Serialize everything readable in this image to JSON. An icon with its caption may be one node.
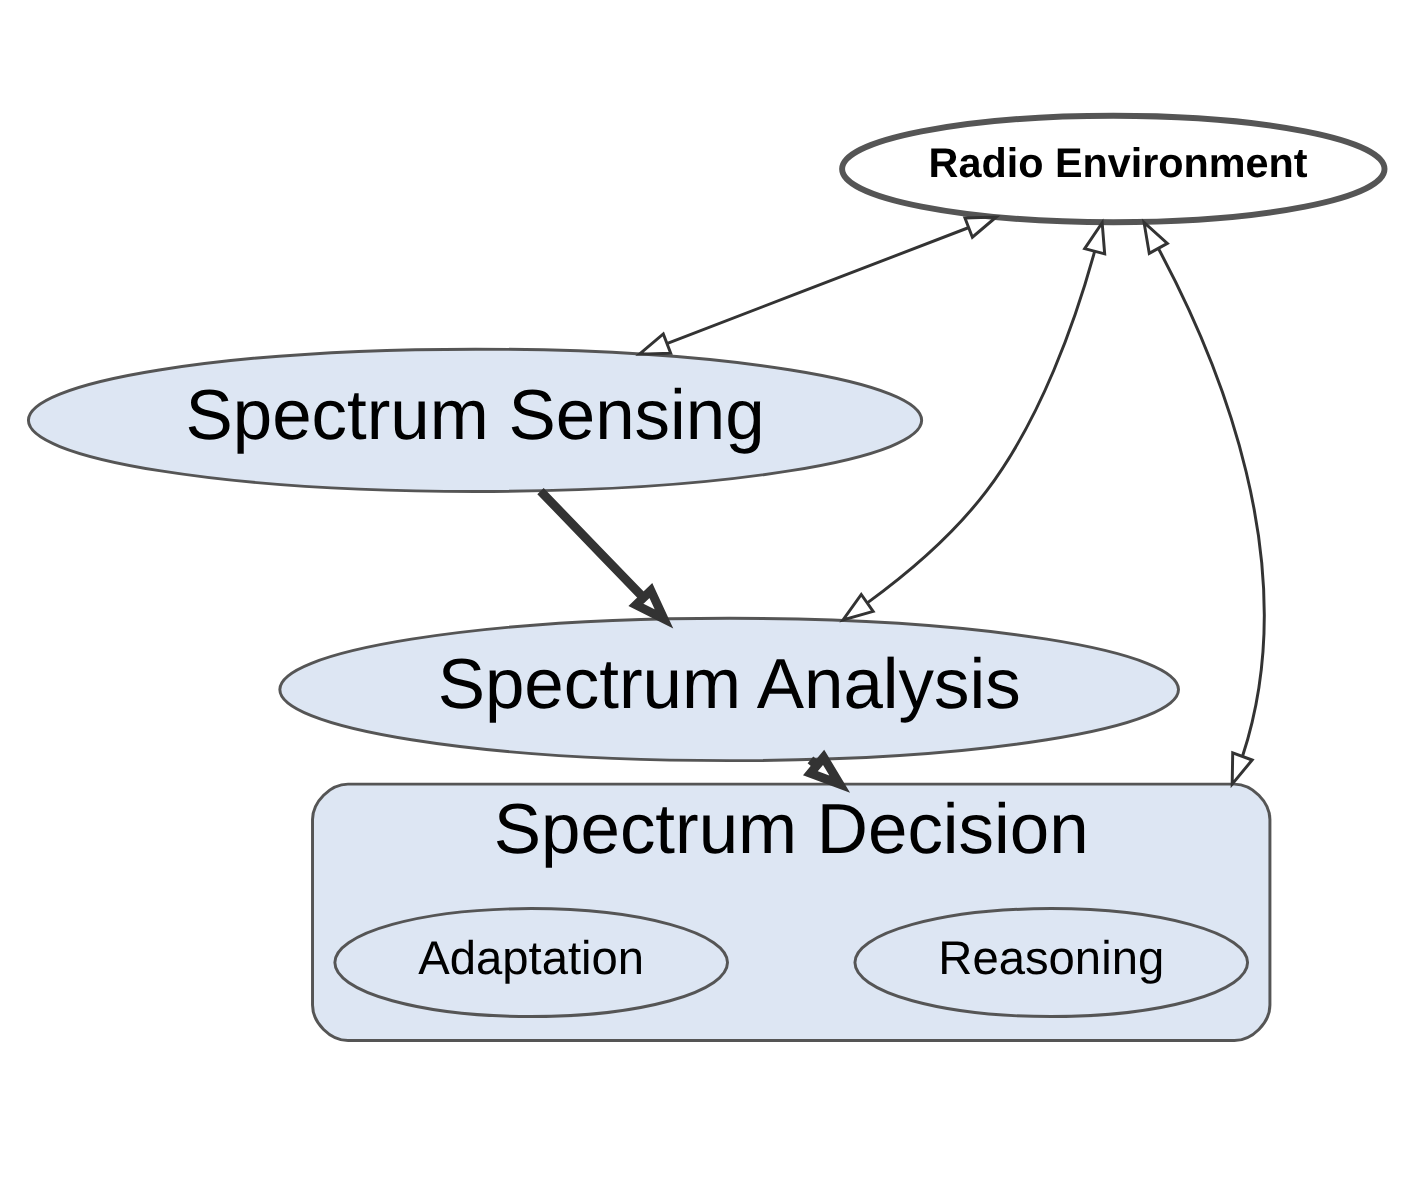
{
  "diagram": {
    "nodes": [
      {
        "text": [
          "Radio Environment"
        ]
      },
      {
        "text": [
          "Spectrum Sensing"
        ]
      },
      {
        "text": [
          "Spectrum Analysis"
        ]
      },
      {
        "text": [
          "Spectrum Decision"
        ]
      },
      {
        "text": [
          "Reasoning"
        ],
        "in": 3
      },
      {
        "text": [
          "Adaptation"
        ],
        "in": 3
      }
    ],
    "edges": [
      {
        "from": 0,
        "to": 1,
        "arrow": "both"
      },
      {
        "from": 1,
        "to": 2,
        "arrow": "to",
        "style": "thick"
      },
      {
        "from": 0,
        "to": 2,
        "arrow": "both"
      },
      {
        "from": 2,
        "to": 3,
        "arrow": "to",
        "style": "thick"
      },
      {
        "from": 0,
        "to": 3,
        "arrow": "both"
      }
    ]
  }
}
